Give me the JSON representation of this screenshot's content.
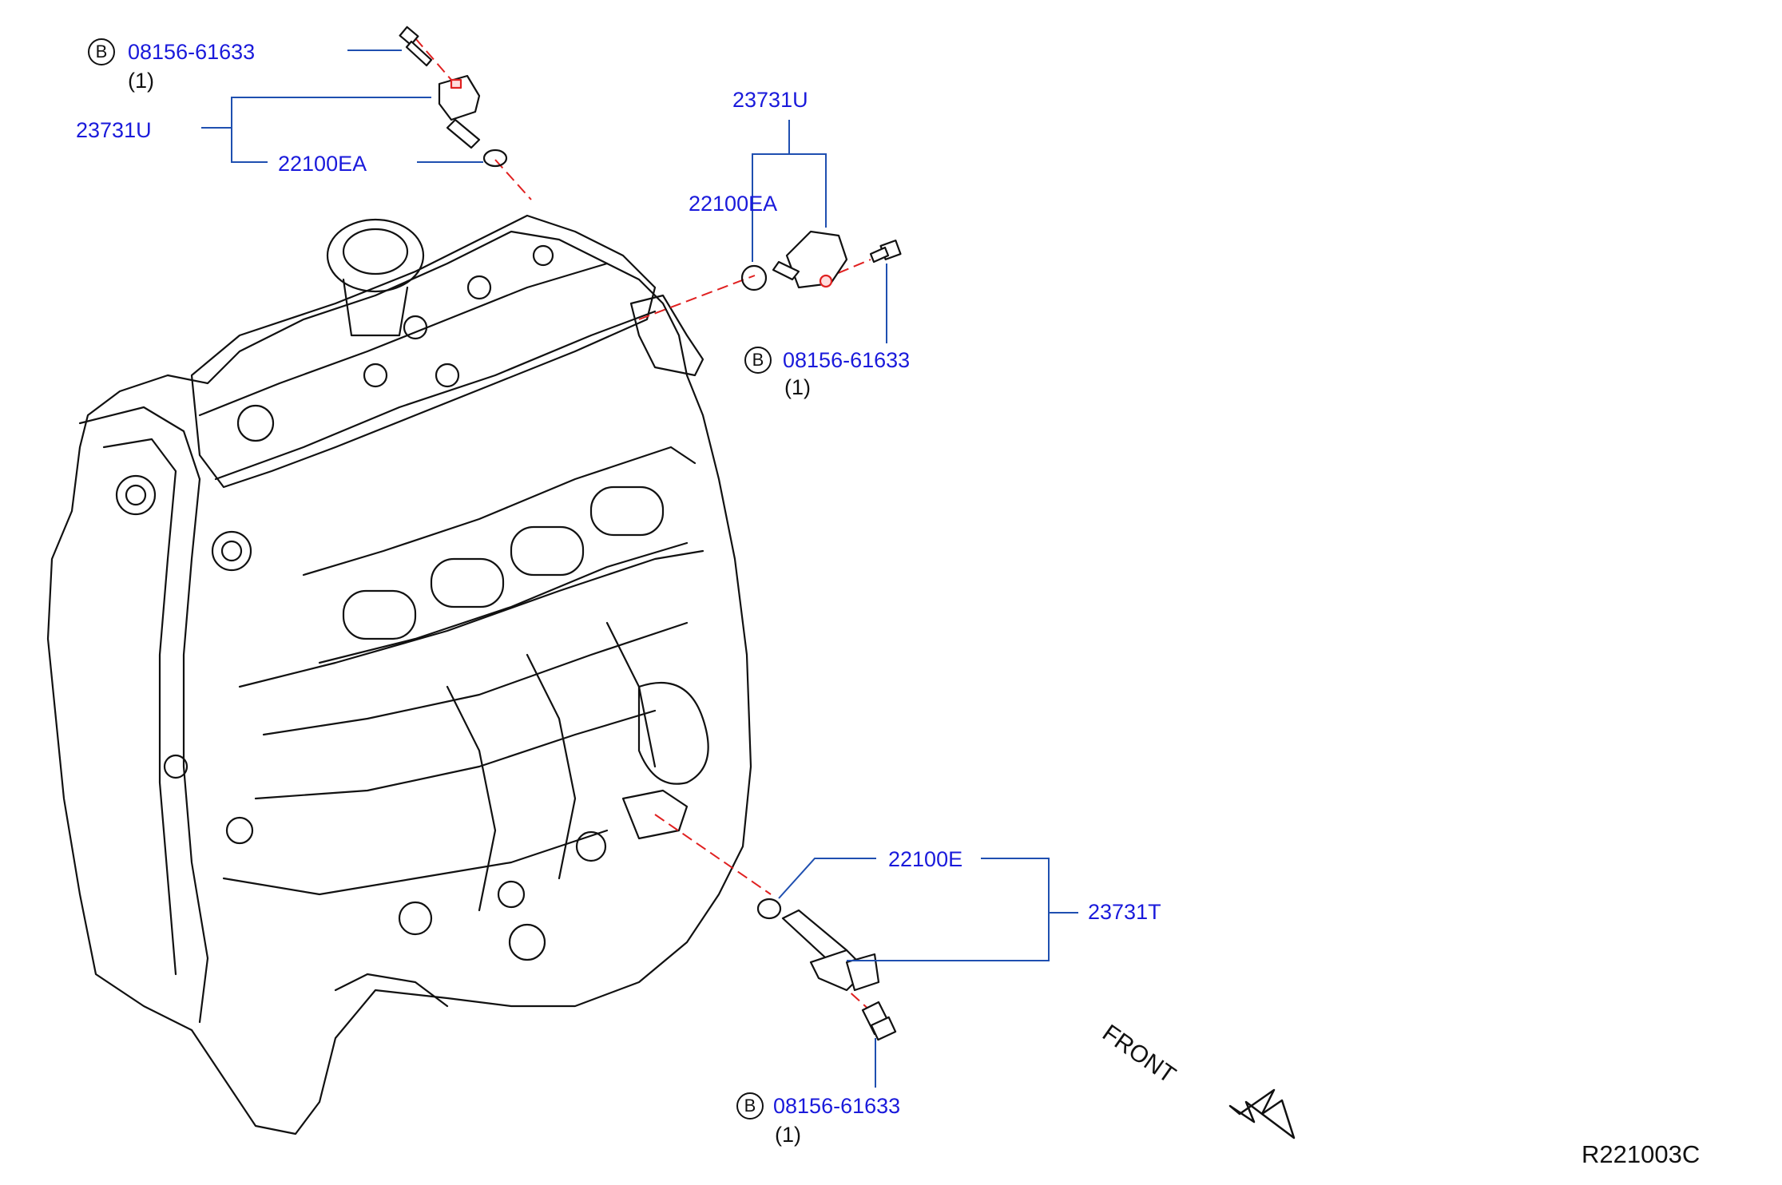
{
  "diagram": {
    "reference_code": "R221003C",
    "front_label": "FRONT",
    "colors": {
      "part_number": "#1a1adb",
      "leader": "#1f4fb0",
      "centerline": "#e02020",
      "outline": "#111111"
    },
    "callouts": {
      "top_bolt": {
        "badge": "B",
        "part": "08156-61633",
        "qty": "(1)"
      },
      "top_sensor": {
        "part": "23731U"
      },
      "top_oring": {
        "part": "22100EA"
      },
      "mid_sensor": {
        "part": "23731U"
      },
      "mid_oring": {
        "part": "22100EA"
      },
      "mid_bolt": {
        "badge": "B",
        "part": "08156-61633",
        "qty": "(1)"
      },
      "low_oring": {
        "part": "22100E"
      },
      "low_sensor": {
        "part": "23731T"
      },
      "low_bolt": {
        "badge": "B",
        "part": "08156-61633",
        "qty": "(1)"
      }
    }
  }
}
